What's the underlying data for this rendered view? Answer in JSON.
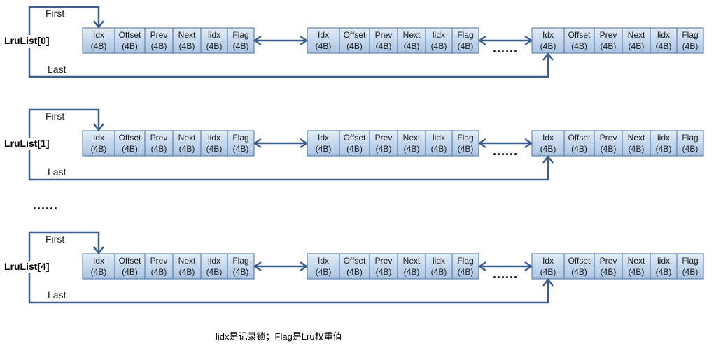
{
  "fields": [
    {
      "name": "Idx",
      "size": "(4B)"
    },
    {
      "name": "Offset",
      "size": "(4B)"
    },
    {
      "name": "Prev",
      "size": "(4B)"
    },
    {
      "name": "Next",
      "size": "(4B)"
    },
    {
      "name": "lidx",
      "size": "(4B)"
    },
    {
      "name": "Flag",
      "size": "(4B)"
    }
  ],
  "lists": [
    {
      "label": "LruList[0]",
      "first": "First",
      "last": "Last",
      "ellipsis": "......"
    },
    {
      "label": "LruList[1]",
      "first": "First",
      "last": "Last",
      "ellipsis": "......"
    },
    {
      "label": "LruList[4]",
      "first": "First",
      "last": "Last",
      "ellipsis": "......"
    }
  ],
  "between_lists": "......",
  "note": "lidx是记录锁；Flag是Lru权重值",
  "colors": {
    "cell_fill_top": "#e3edf8",
    "cell_fill_bottom": "#a9c3e3",
    "cell_border": "#4a6f9b",
    "arrow": "#3a5f8f"
  }
}
